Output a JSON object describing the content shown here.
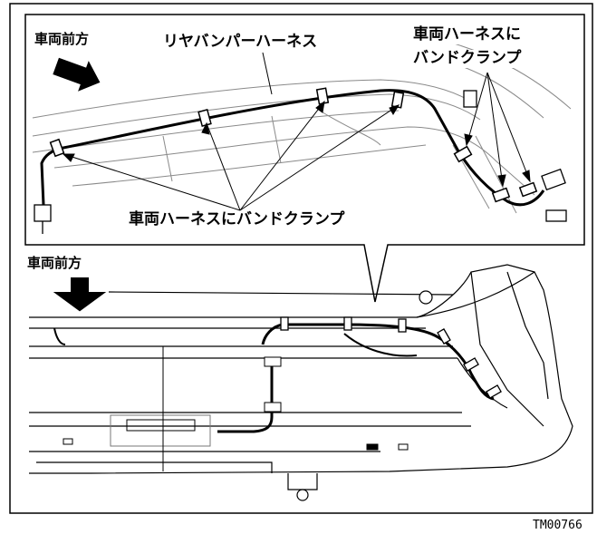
{
  "labels": {
    "front_direction_top": "車両前方",
    "rear_bumper_harness": "リヤバンパーハーネス",
    "band_clamp_right_line1": "車両ハーネスに",
    "band_clamp_right_line2": "バンドクランプ",
    "band_clamp_center": "車両ハーネスにバンドクランプ",
    "front_direction_bottom": "車両前方"
  },
  "figure_id": "TM00766",
  "colors": {
    "line": "#000000",
    "background": "#ffffff",
    "light_line": "#9a9a9a"
  }
}
